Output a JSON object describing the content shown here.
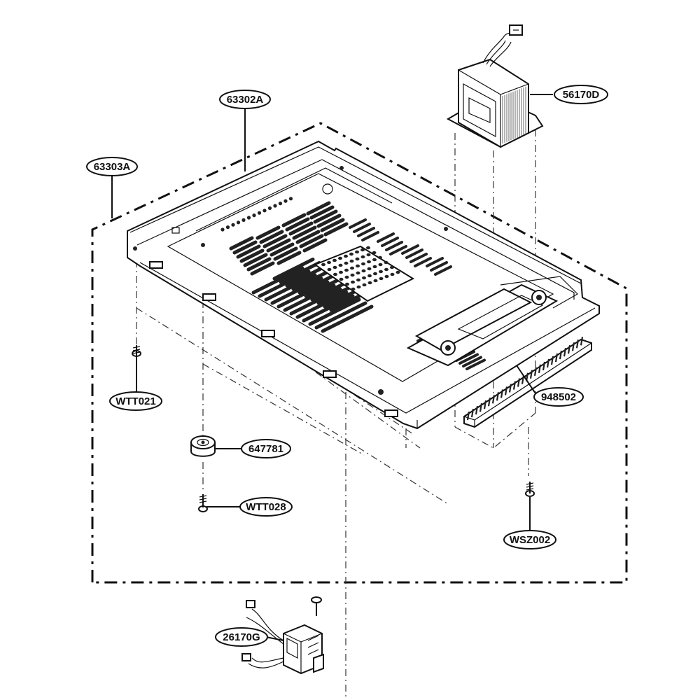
{
  "parts": [
    {
      "id": "63302A",
      "label": "63302A"
    },
    {
      "id": "63303A",
      "label": "63303A"
    },
    {
      "id": "56170D",
      "label": "56170D"
    },
    {
      "id": "948502",
      "label": "948502"
    },
    {
      "id": "WTT021",
      "label": "WTT021"
    },
    {
      "id": "647781",
      "label": "647781"
    },
    {
      "id": "WTT028",
      "label": "WTT028"
    },
    {
      "id": "WSZ002",
      "label": "WSZ002"
    },
    {
      "id": "26170G",
      "label": "26170G"
    }
  ]
}
